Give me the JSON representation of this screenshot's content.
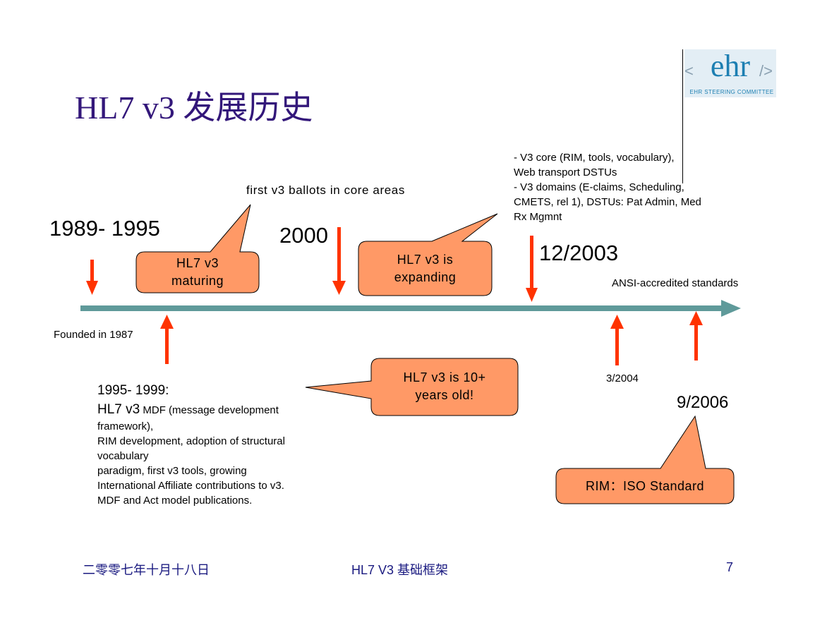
{
  "slide": {
    "title": "HL7 v3  发展历史",
    "logo": {
      "text": "ehr",
      "left_bracket": "<",
      "right_bracket": "/>",
      "subtitle": "EHR STEERING COMMITTEE"
    }
  },
  "timeline": {
    "y1989": "1989- 1995",
    "founded": "Founded in 1987",
    "maturing_1": "HL7 v3",
    "maturing_2": "maturing",
    "ballots": "first v3 ballots in core areas",
    "y2000": "2000",
    "expanding_1": "HL7 v3 is",
    "expanding_2": "expanding",
    "v3core": [
      "- V3 core (RIM, tools, vocabulary),",
      "Web transport DSTUs",
      "- V3 domains (E-claims, Scheduling,",
      "CMETS, rel 1), DSTUs:  Pat Admin, Med",
      "Rx Mgmnt"
    ],
    "y2003": "12/2003",
    "ansi": "ANSI-accredited standards",
    "y2004": "3/2004",
    "y2006": "9/2006",
    "iso": "RIM：ISO Standard",
    "tenplus_1": "HL7 v3 is 10+",
    "tenplus_2": "years old!",
    "mdf_head": "1995- 1999:",
    "mdf_big": "HL7 v3",
    "mdf_small": " MDF (message development",
    "mdf_lines": [
      "framework),",
      "RIM development, adoption of structural",
      "vocabulary",
      "paradigm, first v3 tools, growing",
      "International Affiliate contributions to v3.",
      "MDF and Act model publications."
    ]
  },
  "footer": {
    "date": "二零零七年十月十八日",
    "center": "HL7 V3 基础框架",
    "page": "7"
  },
  "colors": {
    "title": "#33177a",
    "arrow": "#ff3300",
    "timeline": "#5f9a9a",
    "bubble": "#ff9966",
    "footer": "#1a1a80"
  }
}
